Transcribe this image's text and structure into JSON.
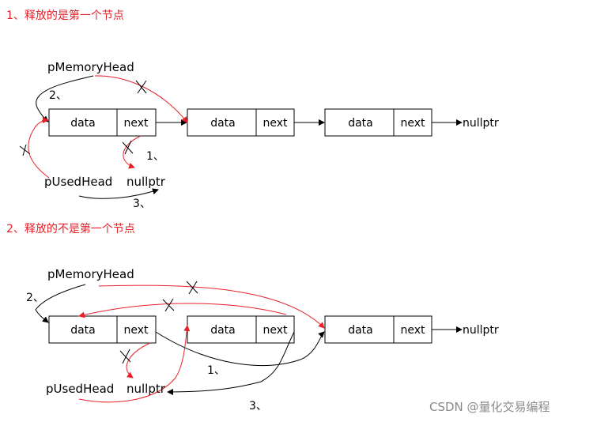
{
  "section1": {
    "title": "1、释放的是第一个节点",
    "memory_head": "pMemoryHead",
    "used_head": "pUsedHead",
    "used_tail": "nullptr",
    "list_end": "nullptr",
    "nodes": [
      {
        "data": "data",
        "next": "next"
      },
      {
        "data": "data",
        "next": "next"
      },
      {
        "data": "data",
        "next": "next"
      }
    ],
    "steps": [
      "1、",
      "2、",
      "3、"
    ]
  },
  "section2": {
    "title": "2、释放的不是第一个节点",
    "memory_head": "pMemoryHead",
    "used_head": "pUsedHead",
    "used_tail": "nullptr",
    "list_end": "nullptr",
    "nodes": [
      {
        "data": "data",
        "next": "next"
      },
      {
        "data": "data",
        "next": "next"
      },
      {
        "data": "data",
        "next": "next"
      }
    ],
    "steps": [
      "1、",
      "2、",
      "3、"
    ]
  },
  "watermark": "CSDN @量化交易编程",
  "colors": {
    "accent": "#e8202a",
    "line": "#000000"
  }
}
